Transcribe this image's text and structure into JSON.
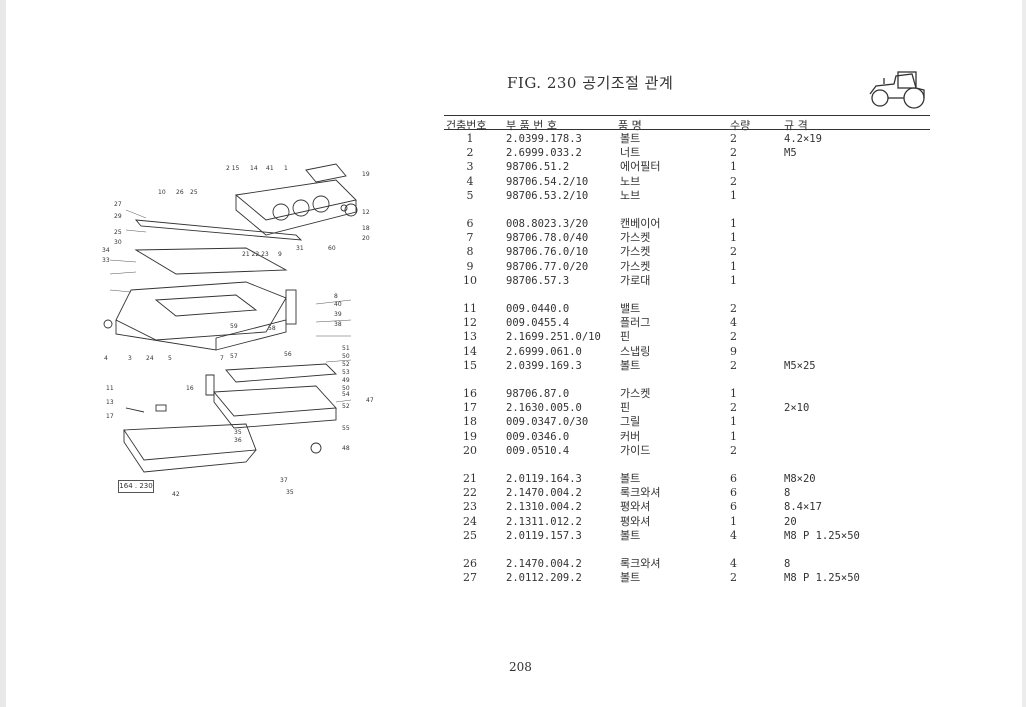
{
  "title": "FIG. 230 공기조절 관계",
  "headers": {
    "no": "건춤번호",
    "part": "부 품 번 호",
    "name": "품 명",
    "qty": "수량",
    "spec": "규 격"
  },
  "rows": [
    {
      "no": "1",
      "part": "2.0399.178.3",
      "name": "볼트",
      "qty": "2",
      "spec": "4.2×19"
    },
    {
      "no": "2",
      "part": "2.6999.033.2",
      "name": "너트",
      "qty": "2",
      "spec": "M5"
    },
    {
      "no": "3",
      "part": "98706.51.2",
      "name": "에어필터",
      "qty": "1",
      "spec": ""
    },
    {
      "no": "4",
      "part": "98706.54.2/10",
      "name": "노브",
      "qty": "2",
      "spec": ""
    },
    {
      "no": "5",
      "part": "98706.53.2/10",
      "name": "노브",
      "qty": "1",
      "spec": ""
    },
    {
      "no": "6",
      "part": "008.8023.3/20",
      "name": "캔베이어",
      "qty": "1",
      "spec": ""
    },
    {
      "no": "7",
      "part": "98706.78.0/40",
      "name": "가스켓",
      "qty": "1",
      "spec": ""
    },
    {
      "no": "8",
      "part": "98706.76.0/10",
      "name": "가스켓",
      "qty": "2",
      "spec": ""
    },
    {
      "no": "9",
      "part": "98706.77.0/20",
      "name": "가스켓",
      "qty": "1",
      "spec": ""
    },
    {
      "no": "10",
      "part": "98706.57.3",
      "name": "가로대",
      "qty": "1",
      "spec": ""
    },
    {
      "no": "11",
      "part": "009.0440.0",
      "name": "밸트",
      "qty": "2",
      "spec": ""
    },
    {
      "no": "12",
      "part": "009.0455.4",
      "name": "플러그",
      "qty": "4",
      "spec": ""
    },
    {
      "no": "13",
      "part": "2.1699.251.0/10",
      "name": "핀",
      "qty": "2",
      "spec": ""
    },
    {
      "no": "14",
      "part": "2.6999.061.0",
      "name": "스냅링",
      "qty": "9",
      "spec": ""
    },
    {
      "no": "15",
      "part": "2.0399.169.3",
      "name": "볼트",
      "qty": "2",
      "spec": "M5×25"
    },
    {
      "no": "16",
      "part": "98706.87.0",
      "name": "가스켓",
      "qty": "1",
      "spec": ""
    },
    {
      "no": "17",
      "part": "2.1630.005.0",
      "name": "핀",
      "qty": "2",
      "spec": "2×10"
    },
    {
      "no": "18",
      "part": "009.0347.0/30",
      "name": "그릴",
      "qty": "1",
      "spec": ""
    },
    {
      "no": "19",
      "part": "009.0346.0",
      "name": "커버",
      "qty": "1",
      "spec": ""
    },
    {
      "no": "20",
      "part": "009.0510.4",
      "name": "가이드",
      "qty": "2",
      "spec": ""
    },
    {
      "no": "21",
      "part": "2.0119.164.3",
      "name": "볼트",
      "qty": "6",
      "spec": "M8×20"
    },
    {
      "no": "22",
      "part": "2.1470.004.2",
      "name": "록크와셔",
      "qty": "6",
      "spec": "8"
    },
    {
      "no": "23",
      "part": "2.1310.004.2",
      "name": "평와셔",
      "qty": "6",
      "spec": "8.4×17"
    },
    {
      "no": "24",
      "part": "2.1311.012.2",
      "name": "평와셔",
      "qty": "1",
      "spec": "20"
    },
    {
      "no": "25",
      "part": "2.0119.157.3",
      "name": "볼트",
      "qty": "4",
      "spec": "M8 P 1.25×50"
    },
    {
      "no": "26",
      "part": "2.1470.004.2",
      "name": "록크와셔",
      "qty": "4",
      "spec": "8"
    },
    {
      "no": "27",
      "part": "2.0112.209.2",
      "name": "볼트",
      "qty": "2",
      "spec": "M8 P 1.25×50"
    }
  ],
  "diagram": {
    "code": "164 . 230",
    "callouts": [
      "2",
      "15",
      "14",
      "41",
      "1",
      "19",
      "10",
      "26",
      "25",
      "27",
      "29",
      "12",
      "18",
      "20",
      "25",
      "30",
      "34",
      "33",
      "21",
      "22",
      "23",
      "9",
      "31",
      "60",
      "8",
      "40",
      "39",
      "38",
      "59",
      "58",
      "4",
      "3",
      "24",
      "5",
      "7",
      "57",
      "56",
      "51",
      "50",
      "52",
      "53",
      "49",
      "50",
      "54",
      "47",
      "11",
      "13",
      "17",
      "16",
      "52",
      "55",
      "35",
      "36",
      "48",
      "42",
      "37",
      "35"
    ]
  },
  "page_number": "208"
}
